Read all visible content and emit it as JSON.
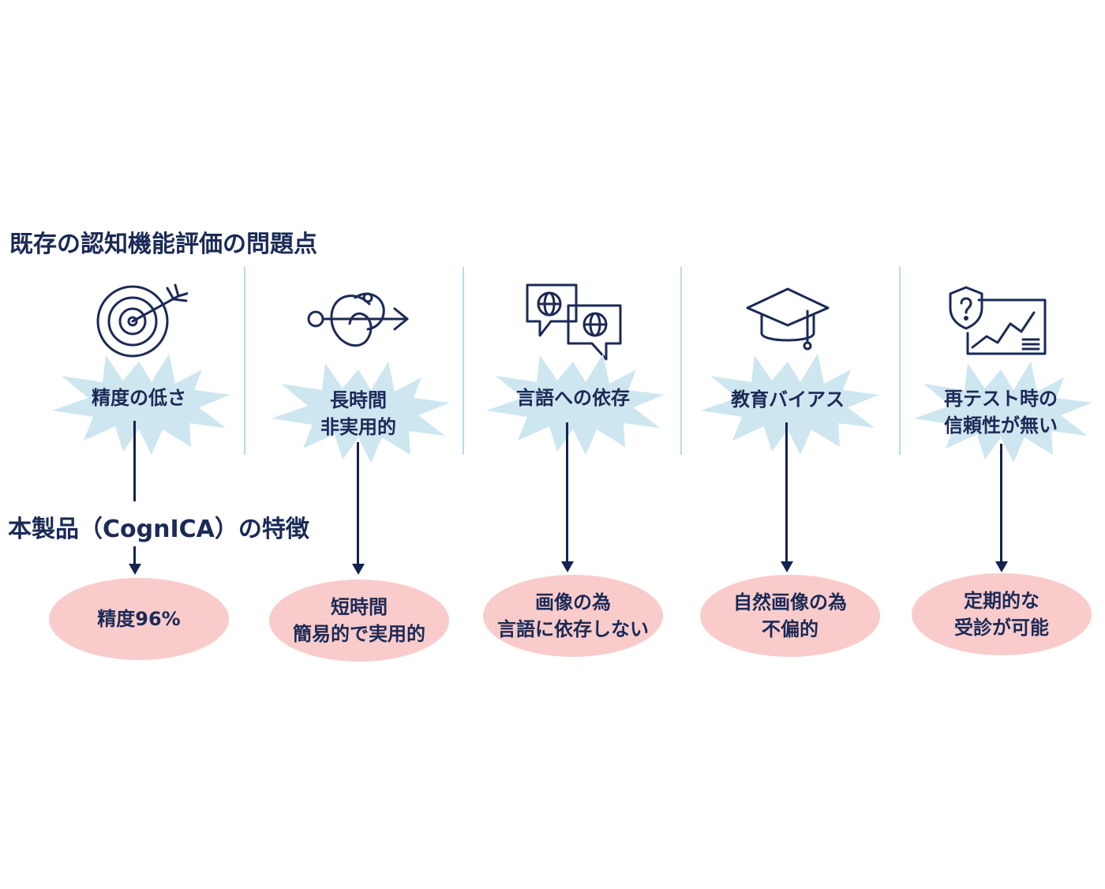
{
  "headings": {
    "problems": "既存の認知機能評価の問題点",
    "features": "本製品（CognICA）の特徴"
  },
  "columns": [
    {
      "icon": "target-arrow-icon",
      "problem_lines": [
        "精度の低さ"
      ],
      "feature_lines": [
        "精度96%"
      ]
    },
    {
      "icon": "winding-path-arrow-icon",
      "problem_lines": [
        "長時間",
        "非実用的"
      ],
      "feature_lines": [
        "短時間",
        "簡易的で実用的"
      ]
    },
    {
      "icon": "speech-bubbles-globe-icon",
      "problem_lines": [
        "言語への依存"
      ],
      "feature_lines": [
        "画像の為",
        "言語に依存しない"
      ]
    },
    {
      "icon": "graduation-cap-icon",
      "problem_lines": [
        "教育バイアス"
      ],
      "feature_lines": [
        "自然画像の為",
        "不偏的"
      ]
    },
    {
      "icon": "shield-question-chart-icon",
      "problem_lines": [
        "再テスト時の",
        "信頼性が無い"
      ],
      "feature_lines": [
        "定期的な",
        "受診が可能"
      ]
    }
  ],
  "colors": {
    "navy": "#1b2a56",
    "burst": "#cde6f0",
    "oval": "#f9cccb",
    "divider": "#b9dbe8"
  }
}
